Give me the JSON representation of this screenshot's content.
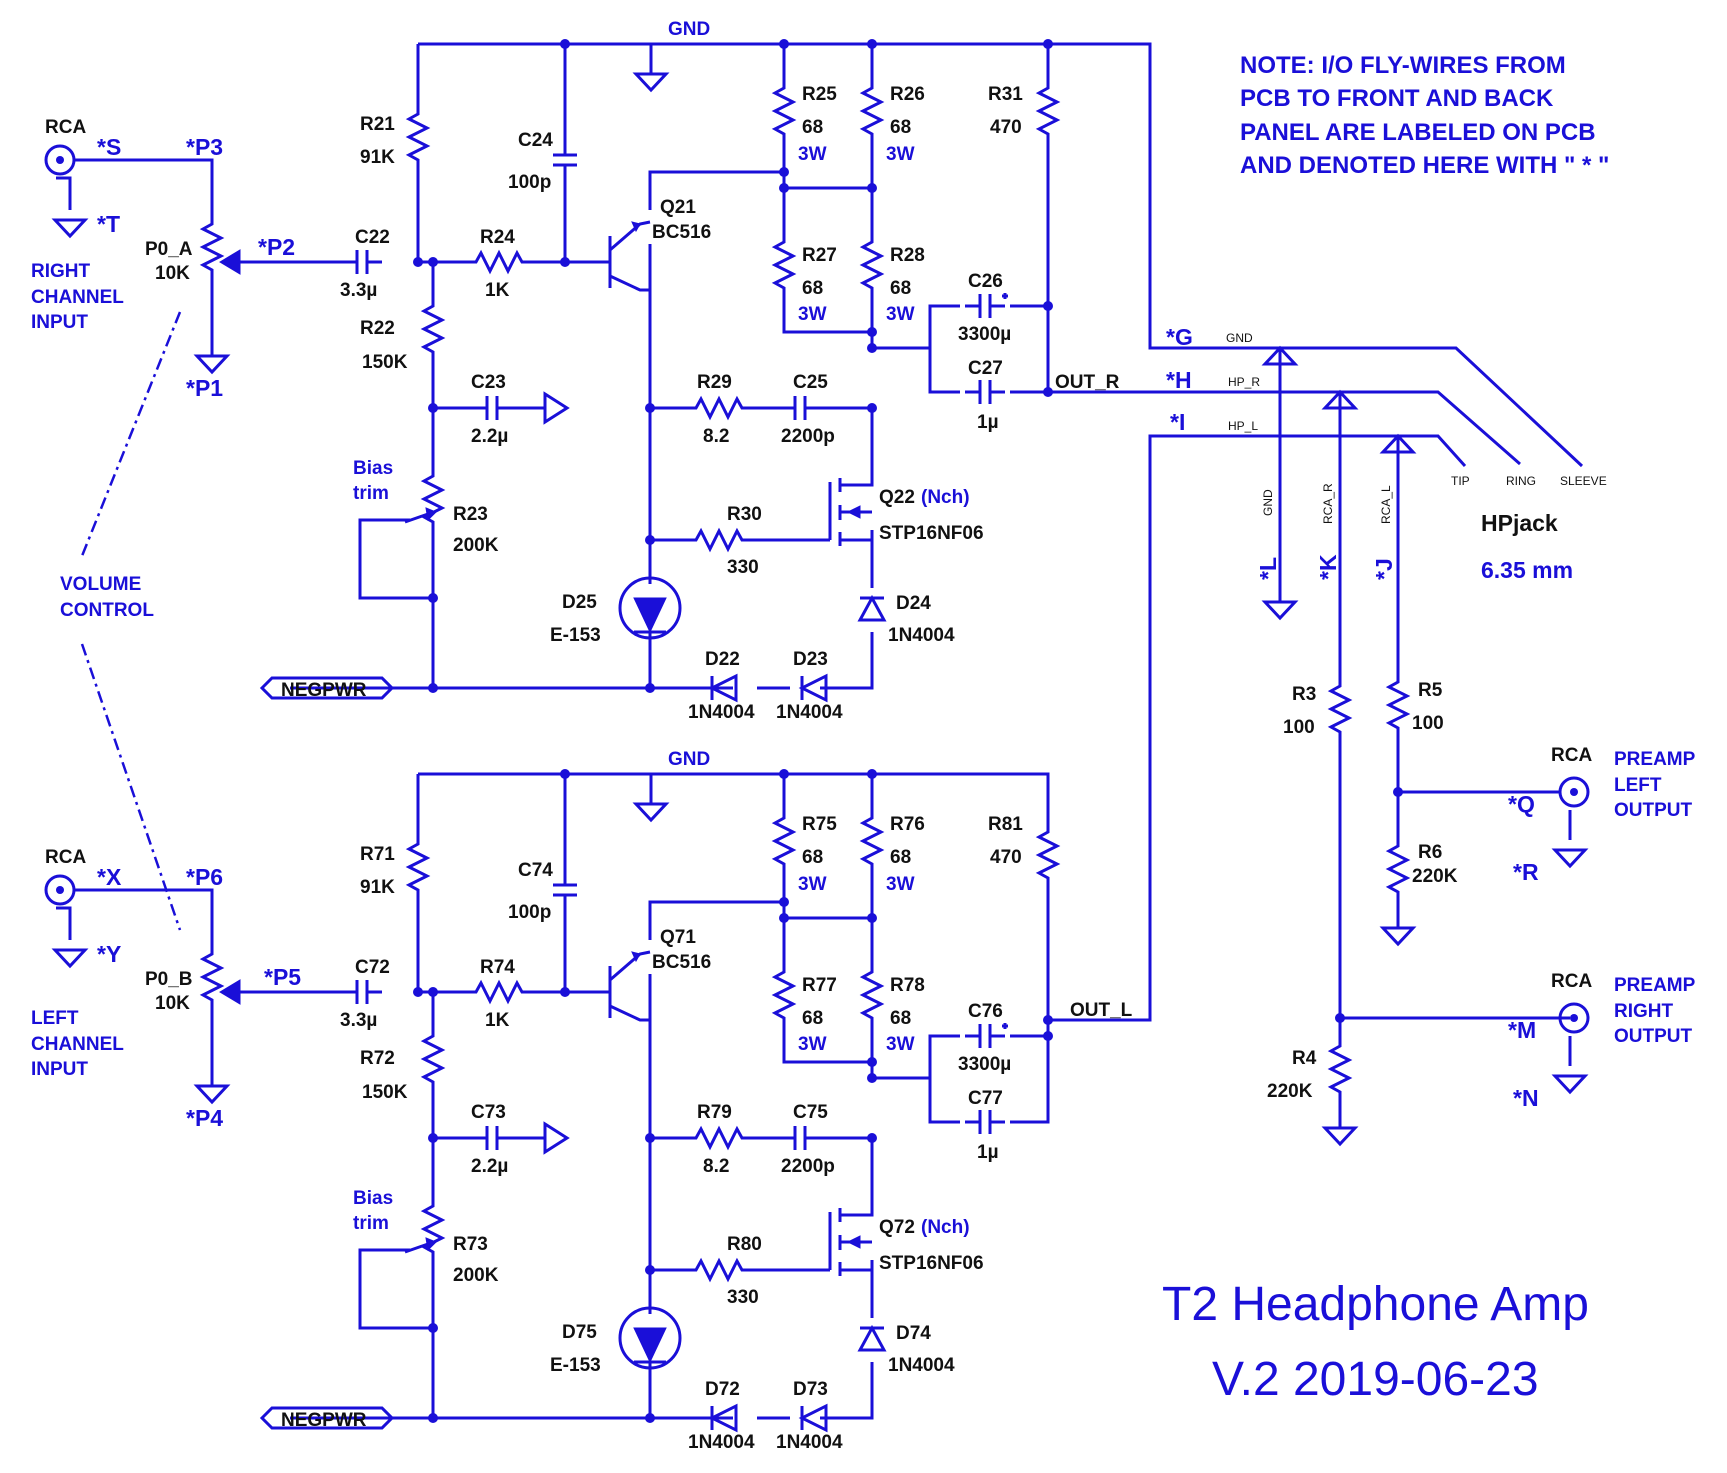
{
  "title": {
    "line1": "T2 Headphone Amp",
    "line2": "V.2  2019-06-23"
  },
  "note": {
    "line1": "NOTE: I/O FLY-WIRES FROM",
    "line2": "PCB TO FRONT AND BACK",
    "line3": "PANEL ARE LABELED ON PCB",
    "line4": "AND DENOTED HERE WITH \" * \""
  },
  "nets": {
    "gnd": "GND",
    "negpwr": "NEGPWR",
    "out_r": "OUT_R",
    "out_l": "OUT_L",
    "gnd_small": "GND",
    "hp_r": "HP_R",
    "hp_l": "HP_L",
    "rca_r": "RCA_R",
    "rca_l": "RCA_L"
  },
  "inputs": {
    "right": {
      "rca": "RCA",
      "s": "*S",
      "t": "*T",
      "p3": "*P3",
      "p2": "*P2",
      "p1": "*P1",
      "pot_ref": "P0_A",
      "pot_val": "10K",
      "l1": "RIGHT",
      "l2": "CHANNEL",
      "l3": "INPUT"
    },
    "left": {
      "rca": "RCA",
      "x": "*X",
      "y": "*Y",
      "p6": "*P6",
      "p5": "*P5",
      "p4": "*P4",
      "pot_ref": "P0_B",
      "pot_val": "10K",
      "l1": "LEFT",
      "l2": "CHANNEL",
      "l3": "INPUT"
    },
    "volume": {
      "l1": "VOLUME",
      "l2": "CONTROL"
    }
  },
  "right_channel": {
    "r21": [
      "R21",
      "91K"
    ],
    "r22": [
      "R22",
      "150K"
    ],
    "r23": [
      "R23",
      "200K"
    ],
    "r24": [
      "R24",
      "1K"
    ],
    "r25": [
      "R25",
      "68",
      "3W"
    ],
    "r26": [
      "R26",
      "68",
      "3W"
    ],
    "r27": [
      "R27",
      "68",
      "3W"
    ],
    "r28": [
      "R28",
      "68",
      "3W"
    ],
    "r29": [
      "R29",
      "8.2"
    ],
    "r30": [
      "R30",
      "330"
    ],
    "r31": [
      "R31",
      "470"
    ],
    "c22": [
      "C22",
      "3.3µ"
    ],
    "c23": [
      "C23",
      "2.2µ"
    ],
    "c24": [
      "C24",
      "100p"
    ],
    "c25": [
      "C25",
      "2200p"
    ],
    "c26": [
      "C26",
      "3300µ"
    ],
    "c27": [
      "C27",
      "1µ"
    ],
    "q21": [
      "Q21",
      "BC516"
    ],
    "q22": [
      "Q22",
      "(Nch)",
      "STP16NF06"
    ],
    "d22": [
      "D22",
      "1N4004"
    ],
    "d23": [
      "D23",
      "1N4004"
    ],
    "d24": [
      "D24",
      "1N4004"
    ],
    "d25": [
      "D25",
      "E-153"
    ],
    "bias": [
      "Bias",
      "trim"
    ]
  },
  "left_channel": {
    "r71": [
      "R71",
      "91K"
    ],
    "r72": [
      "R72",
      "150K"
    ],
    "r73": [
      "R73",
      "200K"
    ],
    "r74": [
      "R74",
      "1K"
    ],
    "r75": [
      "R75",
      "68",
      "3W"
    ],
    "r76": [
      "R76",
      "68",
      "3W"
    ],
    "r77": [
      "R77",
      "68",
      "3W"
    ],
    "r78": [
      "R78",
      "68",
      "3W"
    ],
    "r79": [
      "R79",
      "8.2"
    ],
    "r80": [
      "R80",
      "330"
    ],
    "r81": [
      "R81",
      "470"
    ],
    "c72": [
      "C72",
      "3.3µ"
    ],
    "c73": [
      "C73",
      "2.2µ"
    ],
    "c74": [
      "C74",
      "100p"
    ],
    "c75": [
      "C75",
      "2200p"
    ],
    "c76": [
      "C76",
      "3300µ"
    ],
    "c77": [
      "C77",
      "1µ"
    ],
    "q71": [
      "Q71",
      "BC516"
    ],
    "q72": [
      "Q72",
      "(Nch)",
      "STP16NF06"
    ],
    "d72": [
      "D72",
      "1N4004"
    ],
    "d73": [
      "D73",
      "1N4004"
    ],
    "d74": [
      "D74",
      "1N4004"
    ],
    "d75": [
      "D75",
      "E-153"
    ],
    "bias": [
      "Bias",
      "trim"
    ]
  },
  "jack": {
    "g": "*G",
    "h": "*H",
    "i": "*I",
    "l": "*L",
    "k": "*K",
    "j": "*J",
    "tip": "TIP",
    "ring": "RING",
    "sleeve": "SLEEVE",
    "name": "HPjack",
    "size": "6.35 mm"
  },
  "preamp": {
    "r3": [
      "R3",
      "100"
    ],
    "r4": [
      "R4",
      "220K"
    ],
    "r5": [
      "R5",
      "100"
    ],
    "r6": [
      "R6",
      "220K"
    ],
    "left": {
      "rca": "RCA",
      "q": "*Q",
      "r": "*R",
      "l1": "PREAMP",
      "l2": "LEFT",
      "l3": "OUTPUT"
    },
    "right": {
      "rca": "RCA",
      "m": "*M",
      "n": "*N",
      "l1": "PREAMP",
      "l2": "RIGHT",
      "l3": "OUTPUT"
    }
  }
}
